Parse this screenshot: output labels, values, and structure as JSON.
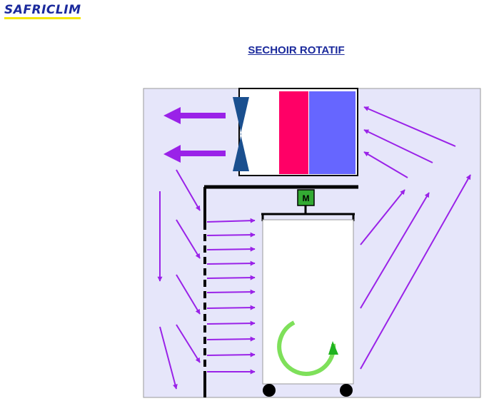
{
  "header": {
    "logo_text": "SAFRICLIM"
  },
  "page": {
    "title": "SECHOIR ROTATIF"
  },
  "diagram": {
    "motor_label": "M",
    "colors": {
      "background_panel": "#e6e6fa",
      "arrows": "#9a22e8",
      "hot_coil": "#ff0066",
      "cold_coil": "#6666ff",
      "fan": "#1a4f8f",
      "motor": "#33aa33",
      "rotation": "#7ee05a",
      "outline": "#000000"
    }
  }
}
